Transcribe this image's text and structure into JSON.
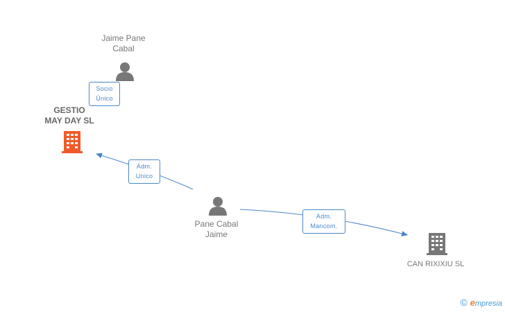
{
  "nodes": {
    "person_top": {
      "label": "Jaime Pane\nCabal",
      "icon": "person-icon",
      "color": "#777777"
    },
    "company_main": {
      "label": "GESTIO\nMAY DAY SL",
      "icon": "building-icon",
      "color": "#f05a28"
    },
    "person_center": {
      "label": "Pane Cabal\nJaime",
      "icon": "person-icon",
      "color": "#777777"
    },
    "company_right": {
      "label": "CAN RIXIXIU SL",
      "icon": "building-icon",
      "color": "#777777"
    }
  },
  "edges": {
    "socio": {
      "label": "Socio\nÚnico"
    },
    "adm_unico": {
      "label": "Adm.\nUnico"
    },
    "adm_mancom": {
      "label": "Adm.\nMancom."
    }
  },
  "footer": {
    "copyright": "©",
    "brand_initial": "e",
    "brand_rest": "mpresia"
  },
  "colors": {
    "edge": "#4a86c8",
    "accent": "#f05a28",
    "neutral": "#777777"
  }
}
